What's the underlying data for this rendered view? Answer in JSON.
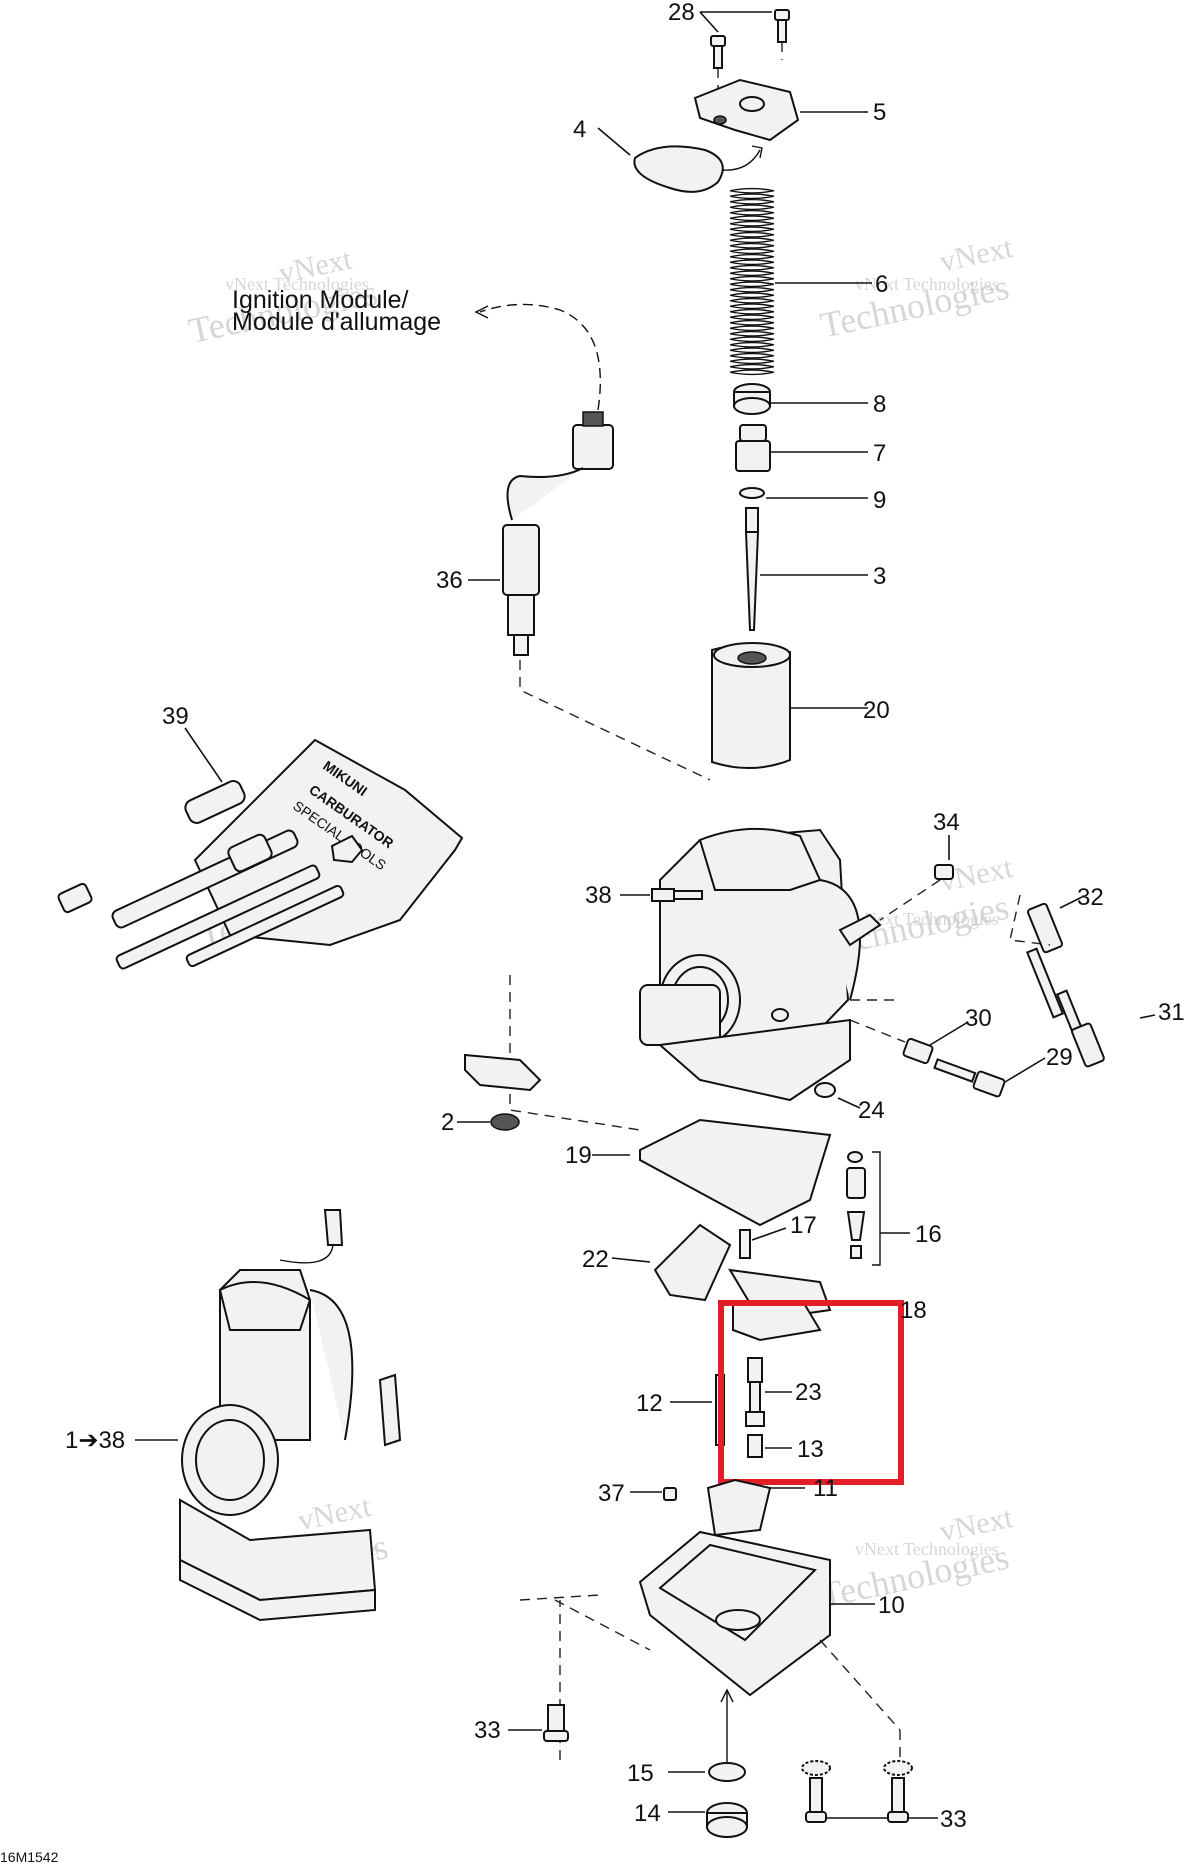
{
  "diagram": {
    "ignition_module": {
      "line1": "Ignition Module/",
      "line2": "Module d'allumage"
    },
    "figure_code": "16M1542",
    "highlight_color": "#e41e26",
    "watermark": {
      "line1": "vNext",
      "line2": "Technologies",
      "small": "vNext Technologies"
    },
    "callouts": {
      "c28": "28",
      "c5": "5",
      "c4": "4",
      "c6": "6",
      "c8": "8",
      "c7": "7",
      "c9": "9",
      "c36": "36",
      "c3": "3",
      "c20": "20",
      "c39": "39",
      "c34": "34",
      "c38": "38",
      "c32": "32",
      "c31": "31",
      "c30": "30",
      "c29": "29",
      "c2": "2",
      "c24": "24",
      "c19": "19",
      "c17": "17",
      "c16": "16",
      "c22": "22",
      "c18": "18",
      "c23": "23",
      "c12": "12",
      "c13": "13",
      "c1_38": "1➔38",
      "c11": "11",
      "c37": "37",
      "c10": "10",
      "c33a": "33",
      "c15": "15",
      "c14": "14",
      "c33b": "33"
    },
    "tool_kit_text": {
      "line1": "MIKUNI",
      "line2": "CARBURATOR",
      "line3": "SPECIAL TOOLS"
    }
  }
}
